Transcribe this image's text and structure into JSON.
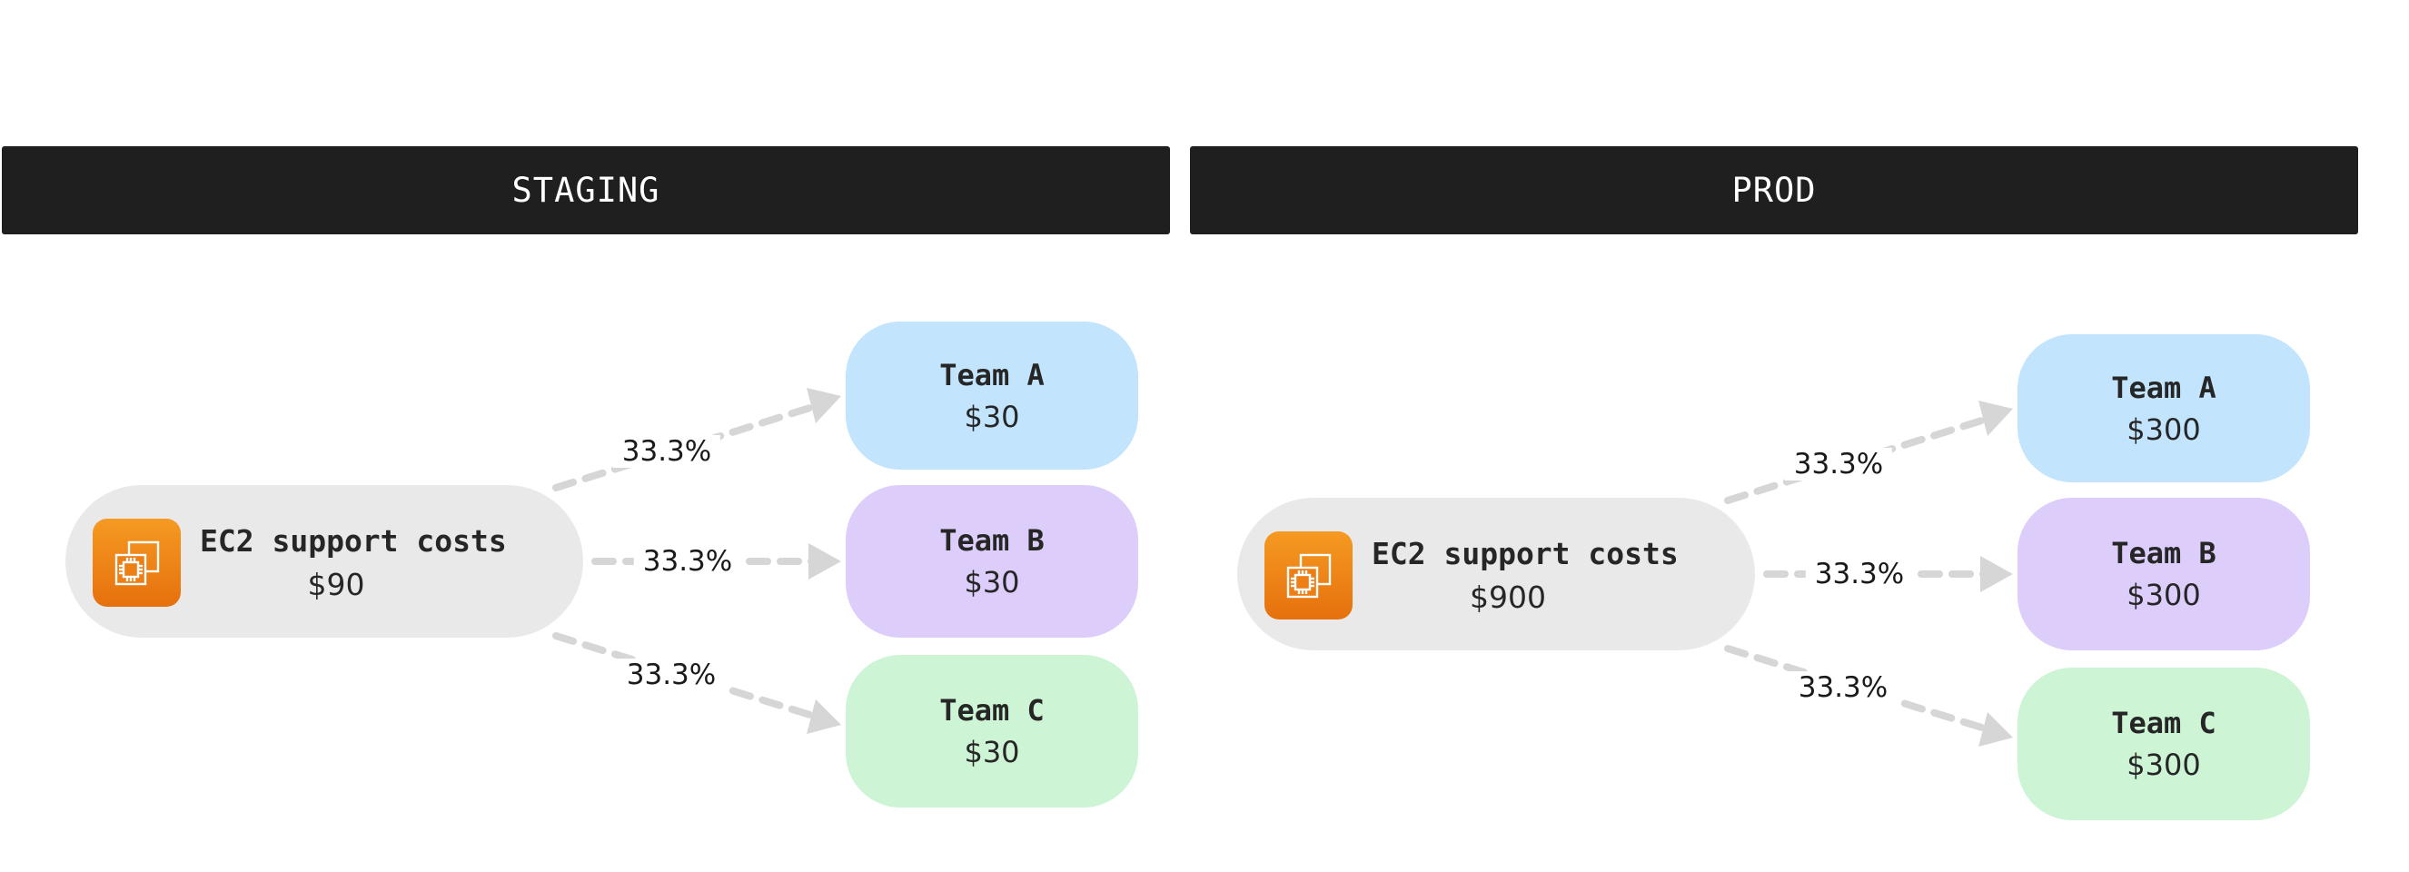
{
  "panels": [
    {
      "title": "STAGING",
      "source": {
        "icon": "ec2-chip-icon",
        "label": "EC2 support costs",
        "amount": "$90"
      },
      "teams": [
        {
          "name": "Team A",
          "amount": "$30"
        },
        {
          "name": "Team B",
          "amount": "$30"
        },
        {
          "name": "Team C",
          "amount": "$30"
        }
      ],
      "splits": [
        "33.3%",
        "33.3%",
        "33.3%"
      ]
    },
    {
      "title": "PROD",
      "source": {
        "icon": "ec2-chip-icon",
        "label": "EC2 support costs",
        "amount": "$900"
      },
      "teams": [
        {
          "name": "Team A",
          "amount": "$300"
        },
        {
          "name": "Team B",
          "amount": "$300"
        },
        {
          "name": "Team C",
          "amount": "$300"
        }
      ],
      "splits": [
        "33.3%",
        "33.3%",
        "33.3%"
      ]
    }
  ],
  "colors": {
    "header_bg": "#1f1f1f",
    "source_bg": "#e9e9e9",
    "icon_orange": "#f08a1a",
    "team_a": "#c2e4fd",
    "team_b": "#dccdfb",
    "team_c": "#cdf4d5",
    "edge": "#d6d6d6"
  }
}
